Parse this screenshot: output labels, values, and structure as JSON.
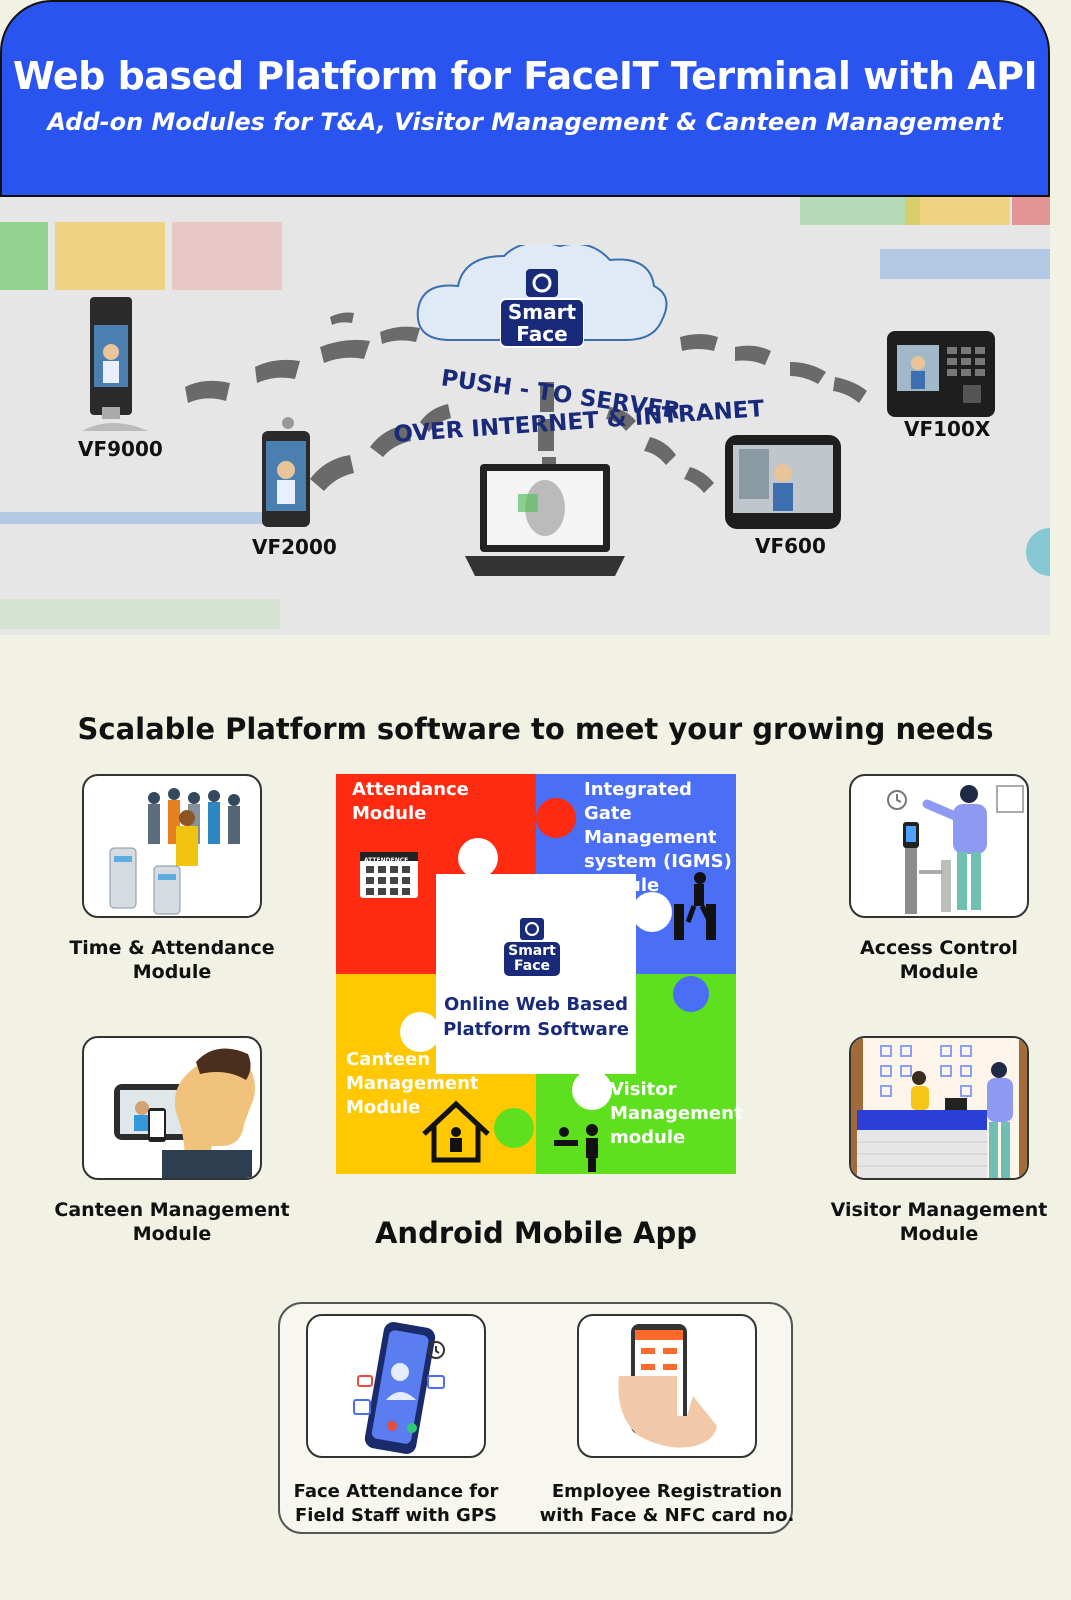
{
  "header": {
    "title": "Web based Platform for FaceIT Terminal with API",
    "subtitle": "Add-on Modules for T&A, Visitor Management & Canteen Management"
  },
  "banner": {
    "logo_line1": "Smart",
    "logo_line2": "Face",
    "push_line1": "PUSH - TO SERVER",
    "push_line2": "OVER INTERNET & INTRANET",
    "devices": [
      "VF9000",
      "VF2000",
      "VF600",
      "VF100X"
    ]
  },
  "scalable": {
    "title": "Scalable Platform software to meet your growing needs",
    "left_cards": [
      {
        "label1": "Time & Attendance",
        "label2": "Module"
      },
      {
        "label1": "Canteen Management",
        "label2": "Module"
      }
    ],
    "right_cards": [
      {
        "label1": "Access Control",
        "label2": "Module"
      },
      {
        "label1": "Visitor Management",
        "label2": "Module"
      }
    ]
  },
  "puzzle": {
    "attendance": [
      "Attendance",
      "Module"
    ],
    "attendance_icon_text": "ATTENDENCE",
    "igms": [
      "Integrated Gate",
      "Management",
      "system (IGMS)",
      "module"
    ],
    "canteen": [
      "Canteen",
      "Management",
      "Module"
    ],
    "visitor": [
      "Visitor",
      "Management",
      "module"
    ],
    "center": [
      "Online Web Based",
      "Platform Software"
    ],
    "logo_line1": "Smart",
    "logo_line2": "Face",
    "colors": {
      "red": "#ff2a10",
      "blue": "#4a6ef5",
      "yellow": "#ffc800",
      "green": "#5ee01f"
    }
  },
  "android": {
    "title": "Android Mobile App",
    "cards": [
      {
        "label1": "Face Attendance for",
        "label2": "Field Staff with GPS"
      },
      {
        "label1": "Employee Registration",
        "label2": "with Face & NFC card no."
      }
    ]
  }
}
